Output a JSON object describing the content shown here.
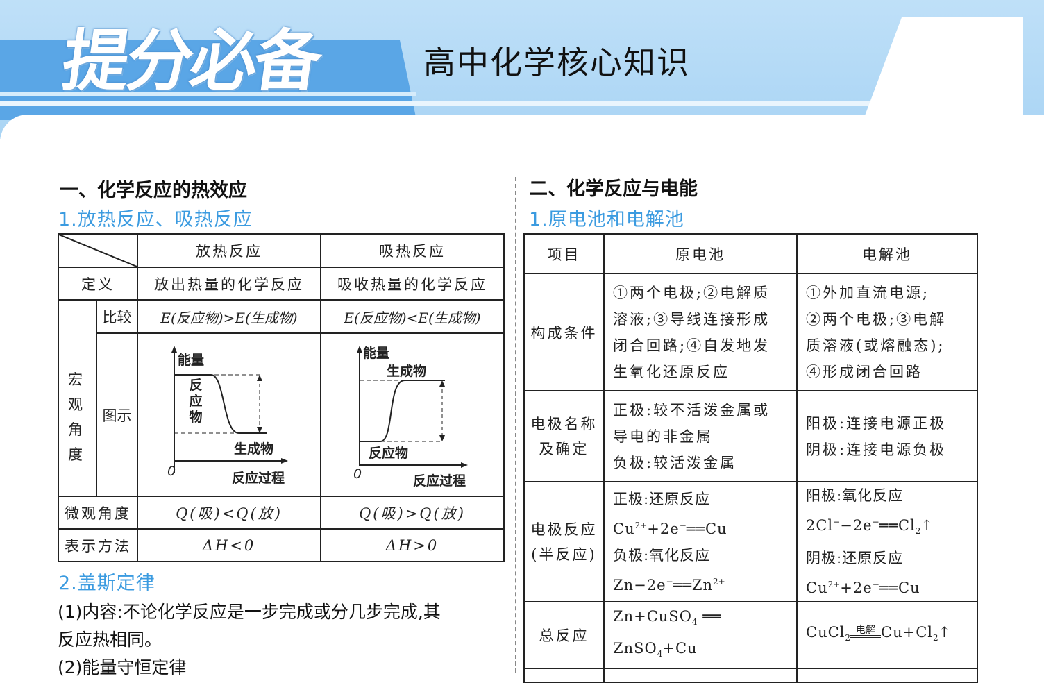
{
  "header": {
    "brand": "提分必备",
    "subtitle": "高中化学核心知识"
  },
  "left": {
    "section": "一、化学反应的热效应",
    "sub1": "1.放热反应、吸热反应",
    "table": {
      "col_exo": "放热反应",
      "col_endo": "吸热反应",
      "def_label": "定义",
      "def_exo": "放出热量的化学反应",
      "def_endo": "吸收热量的化学反应",
      "macro_label": "宏观角度",
      "compare_label": "比较",
      "compare_exo": "E(反应物)>E(生成物)",
      "compare_endo": "E(反应物)<E(生成物)",
      "figure_label": "图示",
      "graph": {
        "y_axis": "能量",
        "x_axis": "反应过程",
        "origin": "0",
        "reactant": "反应物",
        "product": "生成物"
      },
      "micro_label": "微观角度",
      "micro_exo": "Q(吸)<Q(放)",
      "micro_endo": "Q(吸)>Q(放)",
      "repr_label": "表示方法",
      "repr_exo": "ΔH<0",
      "repr_endo": "ΔH>0"
    },
    "sub2": "2.盖斯定律",
    "p1": "(1)内容:不论化学反应是一步完成或分几步完成,其",
    "p1b": "反应热相同。",
    "p2": "(2)能量守恒定律"
  },
  "right": {
    "section": "二、化学反应与电能",
    "sub1": "1.原电池和电解池",
    "table": {
      "col_item": "项目",
      "col_galvanic": "原电池",
      "col_electrolytic": "电解池",
      "cond_label": "构成条件",
      "cond_galvanic": [
        "①两个电极;②电解质",
        "溶液;③导线连接形成",
        "闭合回路;④自发地发",
        "生氧化还原反应"
      ],
      "cond_electrolytic": [
        "①外加直流电源;",
        "②两个电极;③电解",
        "质溶液(或熔融态);",
        "④形成闭合回路"
      ],
      "electrode_label": "电极名称及确定",
      "electrode_galvanic": [
        "正极:较不活泼金属或",
        "导电的非金属",
        "负极:较活泼金属"
      ],
      "electrode_electrolytic": [
        "阳极:连接电源正极",
        "阴极:连接电源负极"
      ],
      "half_label": "电极反应(半反应)",
      "half_galvanic": {
        "pos": "正极:还原反应",
        "pos_eq": [
          "Cu",
          "2+",
          "+2e",
          "−",
          "══Cu"
        ],
        "neg": "负极:氧化反应",
        "neg_eq": [
          "Zn−2e",
          "−",
          "══Zn",
          "2+"
        ]
      },
      "half_electrolytic": {
        "anode": "阳极:氧化反应",
        "anode_eq": [
          "2Cl",
          "−",
          "−2e",
          "−",
          "══Cl",
          "2",
          "↑"
        ],
        "cathode": "阴极:还原反应",
        "cathode_eq": [
          "Cu",
          "2+",
          "+2e",
          "−",
          "══Cu"
        ]
      },
      "total_label": "总反应",
      "total_galvanic": [
        "Zn+CuSO",
        "4",
        " ══",
        "ZnSO",
        "4",
        "+Cu"
      ],
      "total_electrolytic": [
        "CuCl",
        "2",
        "电解",
        "Cu+Cl",
        "2",
        "↑"
      ]
    }
  }
}
